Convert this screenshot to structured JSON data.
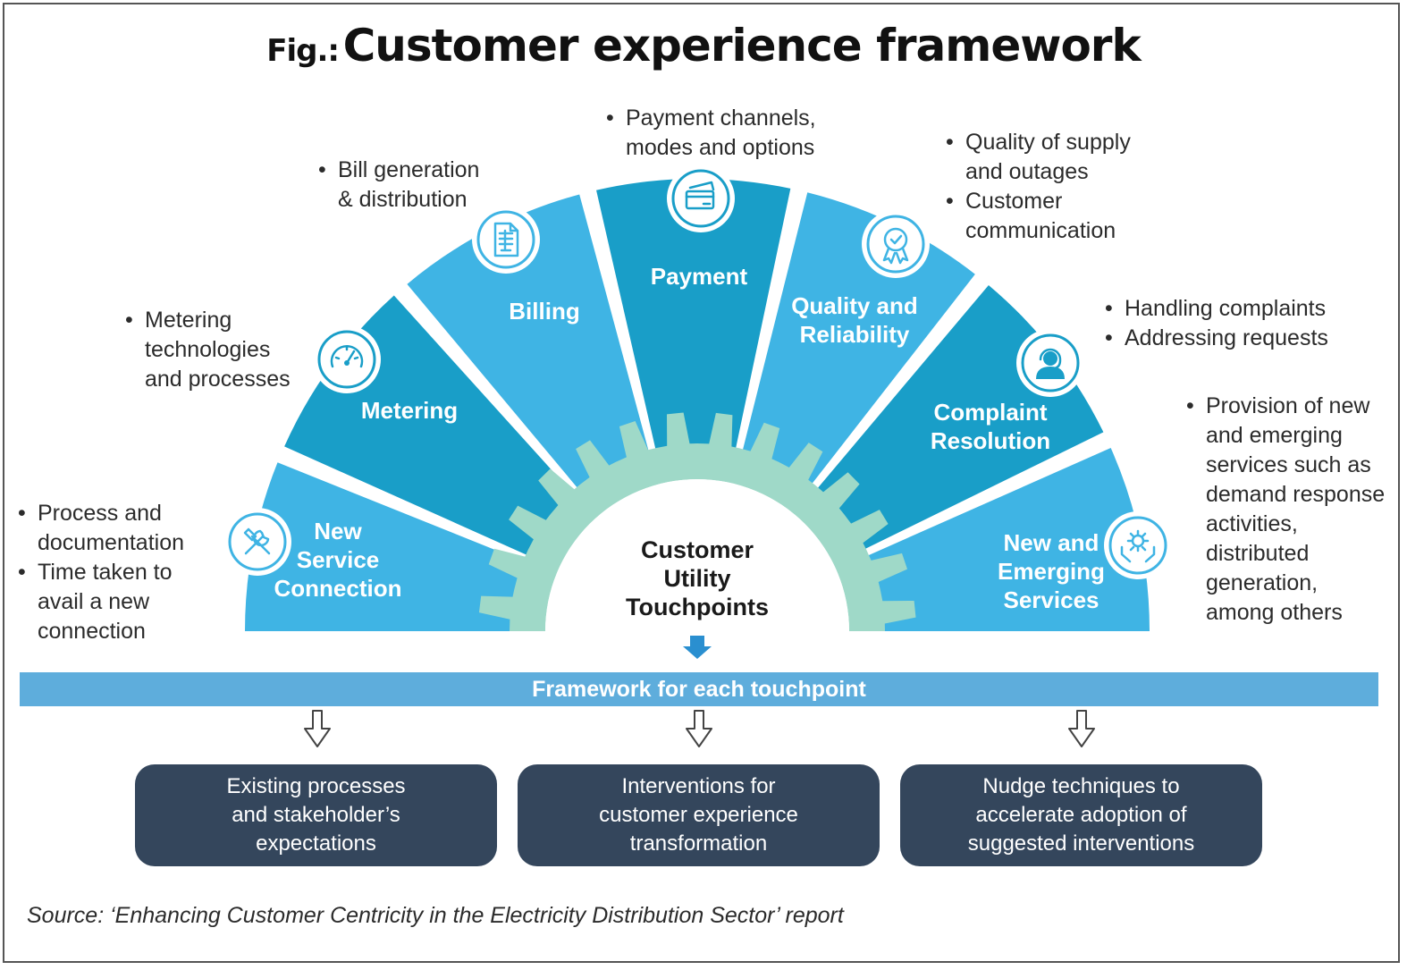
{
  "title": {
    "prefix": "Fig.:",
    "text": "Customer experience framework"
  },
  "segments": [
    {
      "id": "new-service",
      "lines": [
        "New",
        "Service",
        "Connection"
      ],
      "color": "#3fb4e4",
      "icon": "tools-icon"
    },
    {
      "id": "metering",
      "lines": [
        "Metering"
      ],
      "color": "#199ec8",
      "icon": "speedometer-icon"
    },
    {
      "id": "billing",
      "lines": [
        "Billing"
      ],
      "color": "#3fb4e4",
      "icon": "bill-document-icon"
    },
    {
      "id": "payment",
      "lines": [
        "Payment"
      ],
      "color": "#199ec8",
      "icon": "credit-card-icon"
    },
    {
      "id": "quality",
      "lines": [
        "Quality and",
        "Reliability"
      ],
      "color": "#3fb4e4",
      "icon": "award-badge-icon"
    },
    {
      "id": "complaint",
      "lines": [
        "Complaint",
        "Resolution"
      ],
      "color": "#199ec8",
      "icon": "headset-agent-icon"
    },
    {
      "id": "emerging",
      "lines": [
        "New and",
        "Emerging",
        "Services"
      ],
      "color": "#3fb4e4",
      "icon": "gear-hands-icon"
    }
  ],
  "center": {
    "lines": [
      "Customer",
      "Utility",
      "Touchpoints"
    ]
  },
  "bullets": {
    "new_service": [
      "Process and documentation",
      "Time taken to avail a new connection"
    ],
    "metering": [
      "Metering technologies and processes"
    ],
    "billing": [
      "Bill generation & distribution"
    ],
    "payment": [
      "Payment channels, modes and options"
    ],
    "quality": [
      "Quality of supply and outages",
      "Customer communication"
    ],
    "complaint": [
      "Handling complaints",
      "Addressing requests"
    ],
    "emerging": [
      "Provision of new and emerging services such as demand response activities, distributed generation, among others"
    ]
  },
  "bullet_lines": {
    "new_service": [
      [
        "Process and",
        "documentation"
      ],
      [
        "Time taken to",
        "avail a new",
        "connection"
      ]
    ],
    "metering": [
      [
        "Metering",
        "technologies",
        "and processes"
      ]
    ],
    "billing": [
      [
        "Bill generation",
        "& distribution"
      ]
    ],
    "payment": [
      [
        "Payment channels,",
        "modes and options"
      ]
    ],
    "quality": [
      [
        "Quality of supply",
        "and outages"
      ],
      [
        "Customer",
        "communication"
      ]
    ],
    "complaint": [
      [
        "Handling complaints"
      ],
      [
        "Addressing requests"
      ]
    ],
    "emerging": [
      [
        "Provision of new",
        "and emerging",
        "services such as",
        "demand response",
        "activities,",
        "distributed",
        "generation,",
        "among others"
      ]
    ]
  },
  "framework_bar": "Framework for each touchpoint",
  "boxes": [
    "Existing processes and stakeholder’s expectations",
    "Interventions for customer experience transformation",
    "Nudge techniques to accelerate adoption of suggested interventions"
  ],
  "box_lines": [
    [
      "Existing processes",
      "and stakeholder’s",
      "expectations"
    ],
    [
      "Interventions for",
      "customer experience",
      "transformation"
    ],
    [
      "Nudge techniques to",
      "accelerate adoption of",
      "suggested interventions"
    ]
  ],
  "source": "Source: ‘Enhancing Customer Centricity in the Electricity Distribution Sector’ report",
  "colors": {
    "segment_light": "#3fb4e4",
    "segment_dark": "#199ec8",
    "gear": "#9fd9c8",
    "bar": "#5eaddc",
    "box": "#34465c"
  }
}
